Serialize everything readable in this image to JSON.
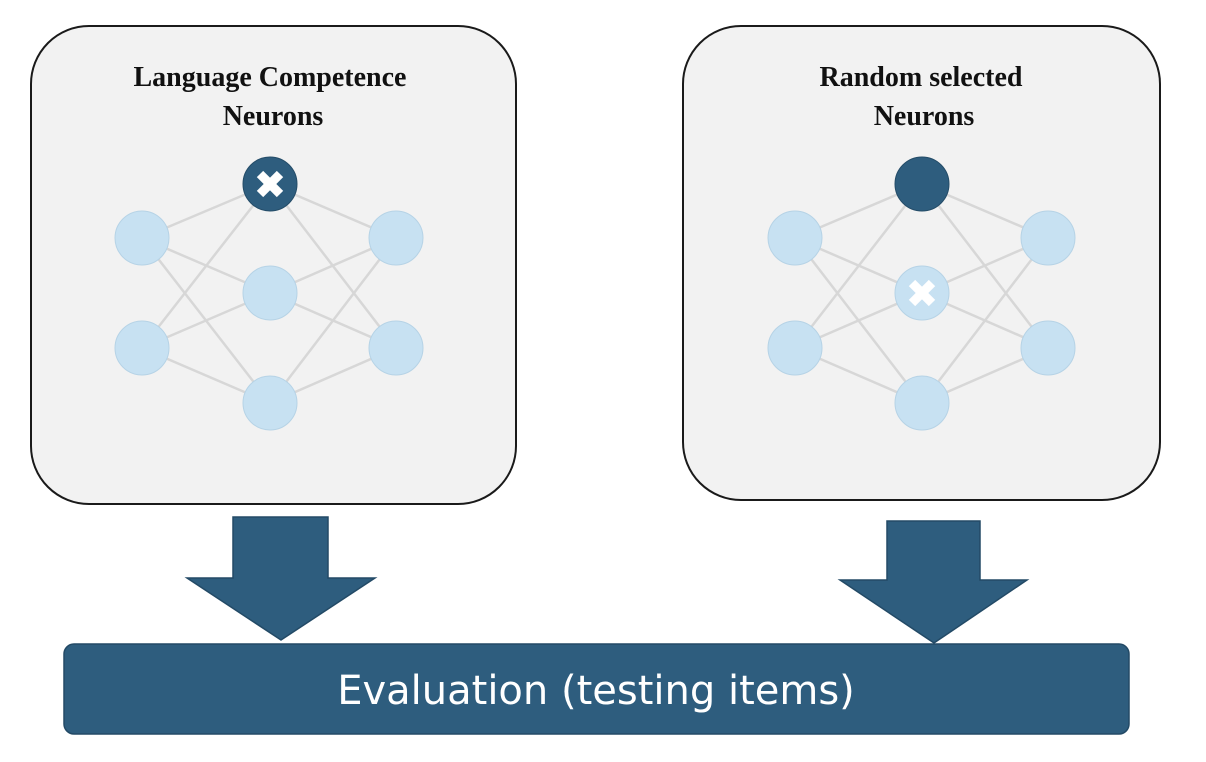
{
  "panels": [
    {
      "title_line1": "Language Competence",
      "title_line2": "Neurons",
      "highlighted_neuron": "top-hidden",
      "ablated_neuron": "top-hidden"
    },
    {
      "title_line1": "Random selected",
      "title_line2": "Neurons",
      "highlighted_neuron": "top-hidden",
      "ablated_neuron": "middle-hidden"
    }
  ],
  "evaluation": {
    "label": "Evaluation (testing items)"
  },
  "colors": {
    "panel_fill": "#f2f2f2",
    "panel_stroke": "#1a1a1a",
    "neuron_light": "#c7e1f2",
    "neuron_dark": "#2e5d7e",
    "connection": "#d7d7d7",
    "arrow": "#2e5d7e",
    "evaluation_bar": "#2e5d7e",
    "x_mark": "#ffffff"
  },
  "icons": {
    "ablation_mark": "x-mark-icon",
    "flow_arrow": "down-arrow-icon"
  }
}
